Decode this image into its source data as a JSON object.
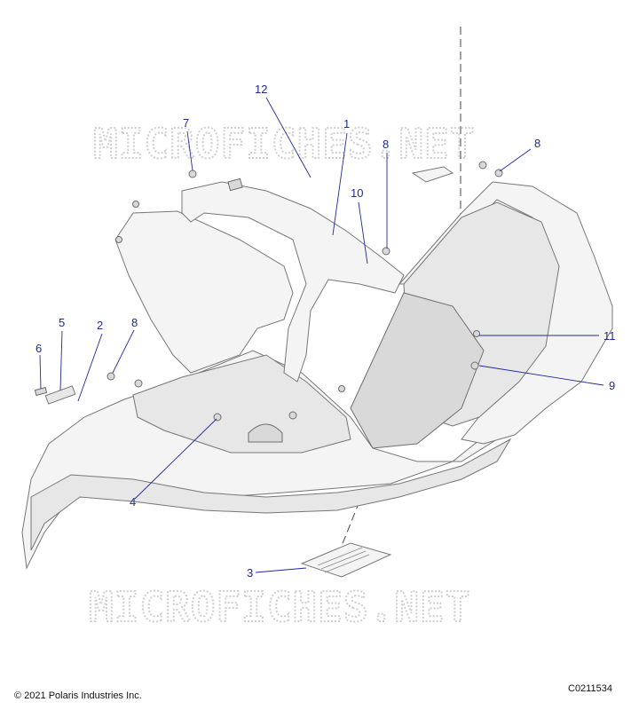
{
  "watermark": "MICROFICHES.NET",
  "copyright": "© 2021 Polaris Industries Inc.",
  "diagram_code": "C0211534",
  "callouts": [
    "1",
    "2",
    "3",
    "4",
    "5",
    "6",
    "7",
    "8",
    "8",
    "8",
    "9",
    "10",
    "11",
    "12"
  ],
  "colors": {
    "callout": "#1f2a9a",
    "outline": "#777777",
    "watermark": "#cfcfcf"
  }
}
